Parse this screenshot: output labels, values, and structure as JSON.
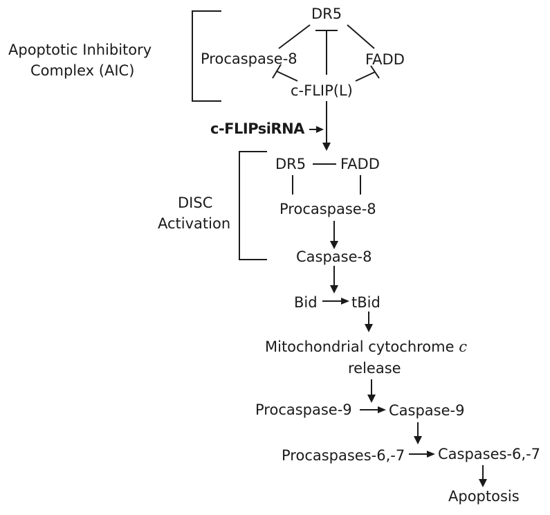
{
  "labels": {
    "aic_line1": "Apoptotic Inhibitory",
    "aic_line2": "Complex (AIC)",
    "dr5_top": "DR5",
    "procaspase8_top": "Procaspase-8",
    "fadd_top": "FADD",
    "cflip": "c-FLIP(L)",
    "sirna": "c-FLIPsiRNA",
    "dr5_disc": "DR5",
    "fadd_disc": "FADD",
    "disc_line1": "DISC",
    "disc_line2": "Activation",
    "procaspase8_disc": "Procaspase-8",
    "caspase8": "Caspase-8",
    "bid": "Bid",
    "tbid": "tBid",
    "mito_line1_prefix": "Mitochondrial cytochrome",
    "mito_line1_italic": "c",
    "mito_line2": "release",
    "procaspase9": "Procaspase-9",
    "caspase9": "Caspase-9",
    "procaspases67": "Procaspases-6,-7",
    "caspases67": "Caspases-6,-7",
    "apoptosis": "Apoptosis"
  },
  "colors": {
    "ink": "#1a1a1a",
    "background": "#ffffff"
  }
}
